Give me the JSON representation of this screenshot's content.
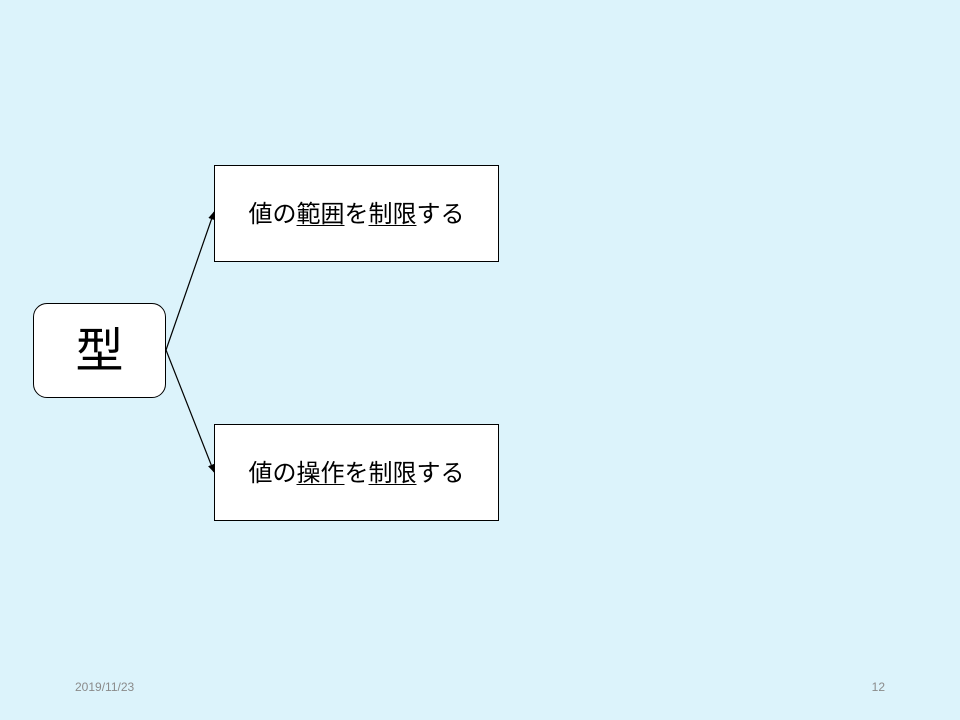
{
  "slide": {
    "background": "#dcf3fb",
    "text_color": "#000000",
    "footer_color": "#8a8a8a"
  },
  "diagram": {
    "root": {
      "label": "型"
    },
    "branches": [
      {
        "prefix": "値の",
        "emphasis_a": "範囲",
        "middle": "を",
        "emphasis_b": "制限",
        "suffix": "する"
      },
      {
        "prefix": "値の",
        "emphasis_a": "操作",
        "middle": "を",
        "emphasis_b": "制限",
        "suffix": "する"
      }
    ],
    "arrow_color": "#000000"
  },
  "footer": {
    "date": "2019/11/23",
    "page_number": "12"
  }
}
